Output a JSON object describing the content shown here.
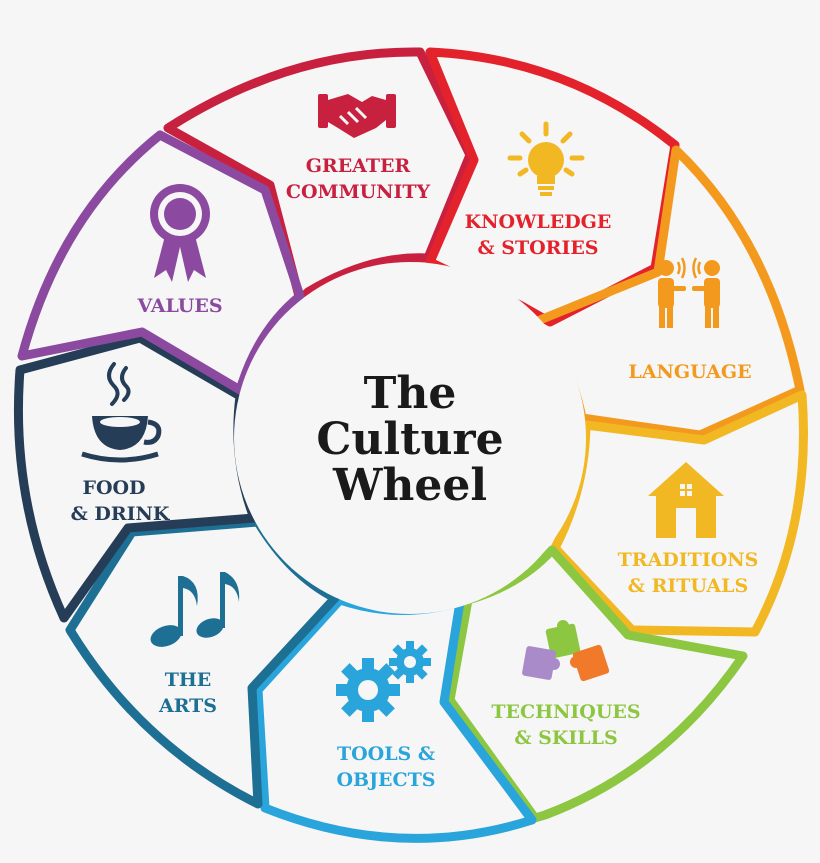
{
  "center": {
    "title_lines": [
      "The",
      "Culture",
      "Wheel"
    ]
  },
  "segments": [
    {
      "id": "greater-community",
      "lines": [
        "GREATER",
        "COMMUNITY"
      ],
      "color": "#c8203f",
      "icon": "handshake-icon"
    },
    {
      "id": "knowledge-stories",
      "lines": [
        "KNOWLEDGE",
        "& STORIES"
      ],
      "color": "#e3222b",
      "icon": "lightbulb-icon"
    },
    {
      "id": "language",
      "lines": [
        "LANGUAGE"
      ],
      "color": "#f39a1e",
      "icon": "people-talking-icon"
    },
    {
      "id": "traditions-rituals",
      "lines": [
        "TRADITIONS",
        "& RITUALS"
      ],
      "color": "#f2b823",
      "icon": "house-icon"
    },
    {
      "id": "techniques-skills",
      "lines": [
        "TECHNIQUES",
        "& SKILLS"
      ],
      "color": "#8dc640",
      "icon": "puzzle-icon"
    },
    {
      "id": "tools-objects",
      "lines": [
        "TOOLS &",
        "OBJECTS"
      ],
      "color": "#2aa5dc",
      "icon": "gears-icon"
    },
    {
      "id": "the-arts",
      "lines": [
        "THE",
        "ARTS"
      ],
      "color": "#1d6f94",
      "icon": "music-notes-icon"
    },
    {
      "id": "food-drink",
      "lines": [
        "FOOD",
        "& DRINK"
      ],
      "color": "#263d57",
      "icon": "coffee-cup-icon"
    },
    {
      "id": "values",
      "lines": [
        "VALUES"
      ],
      "color": "#8b4aa0",
      "icon": "award-ribbon-icon"
    }
  ]
}
